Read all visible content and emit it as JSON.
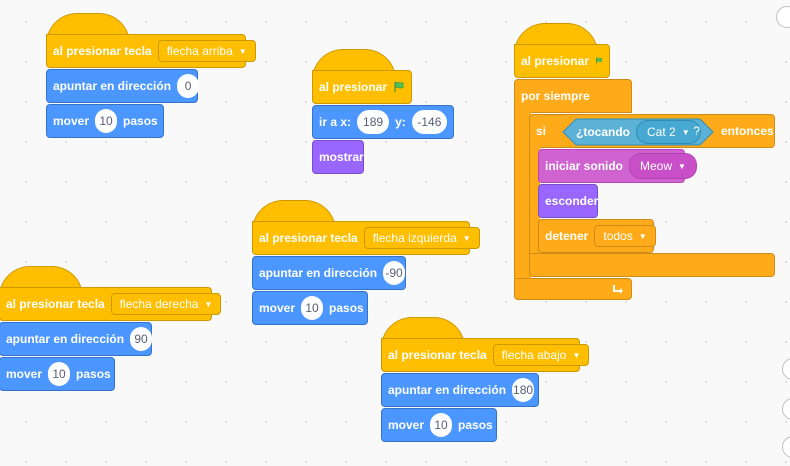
{
  "icons": {
    "flag": "green-flag-icon",
    "loop": "loop-arrow-icon",
    "arrow": "dropdown-arrow-icon"
  },
  "colors": {
    "events": "#ffbf00",
    "motion": "#4c97ff",
    "looks": "#9966ff",
    "sound": "#cf63cf",
    "control": "#ffab19",
    "sensing": "#5cb1d6"
  },
  "script_up": {
    "hat": "al presionar tecla",
    "key": "flecha arriba",
    "point": "apuntar en dirección",
    "dir": "0",
    "move": "mover",
    "steps": "10",
    "steps_label": "pasos"
  },
  "script_flag1": {
    "hat": "al presionar",
    "goto": "ir a x:",
    "x": "189",
    "ylabel": "y:",
    "y": "-146",
    "show": "mostrar"
  },
  "script_forever": {
    "hat": "al presionar",
    "forever": "por siempre",
    "if": "si",
    "touching": "¿tocando",
    "target": "Cat 2",
    "q": "?",
    "then": "entonces",
    "sound": "iniciar sonido",
    "sound_name": "Meow",
    "hide": "esconder",
    "stop": "detener",
    "stop_opt": "todos"
  },
  "script_left": {
    "hat": "al presionar tecla",
    "key": "flecha izquierda",
    "point": "apuntar en dirección",
    "dir": "-90",
    "move": "mover",
    "steps": "10",
    "steps_label": "pasos"
  },
  "script_right": {
    "hat": "al presionar tecla",
    "key": "flecha derecha",
    "point": "apuntar en dirección",
    "dir": "90",
    "move": "mover",
    "steps": "10",
    "steps_label": "pasos"
  },
  "script_down": {
    "hat": "al presionar tecla",
    "key": "flecha abajo",
    "point": "apuntar en dirección",
    "dir": "180",
    "move": "mover",
    "steps": "10",
    "steps_label": "pasos"
  }
}
